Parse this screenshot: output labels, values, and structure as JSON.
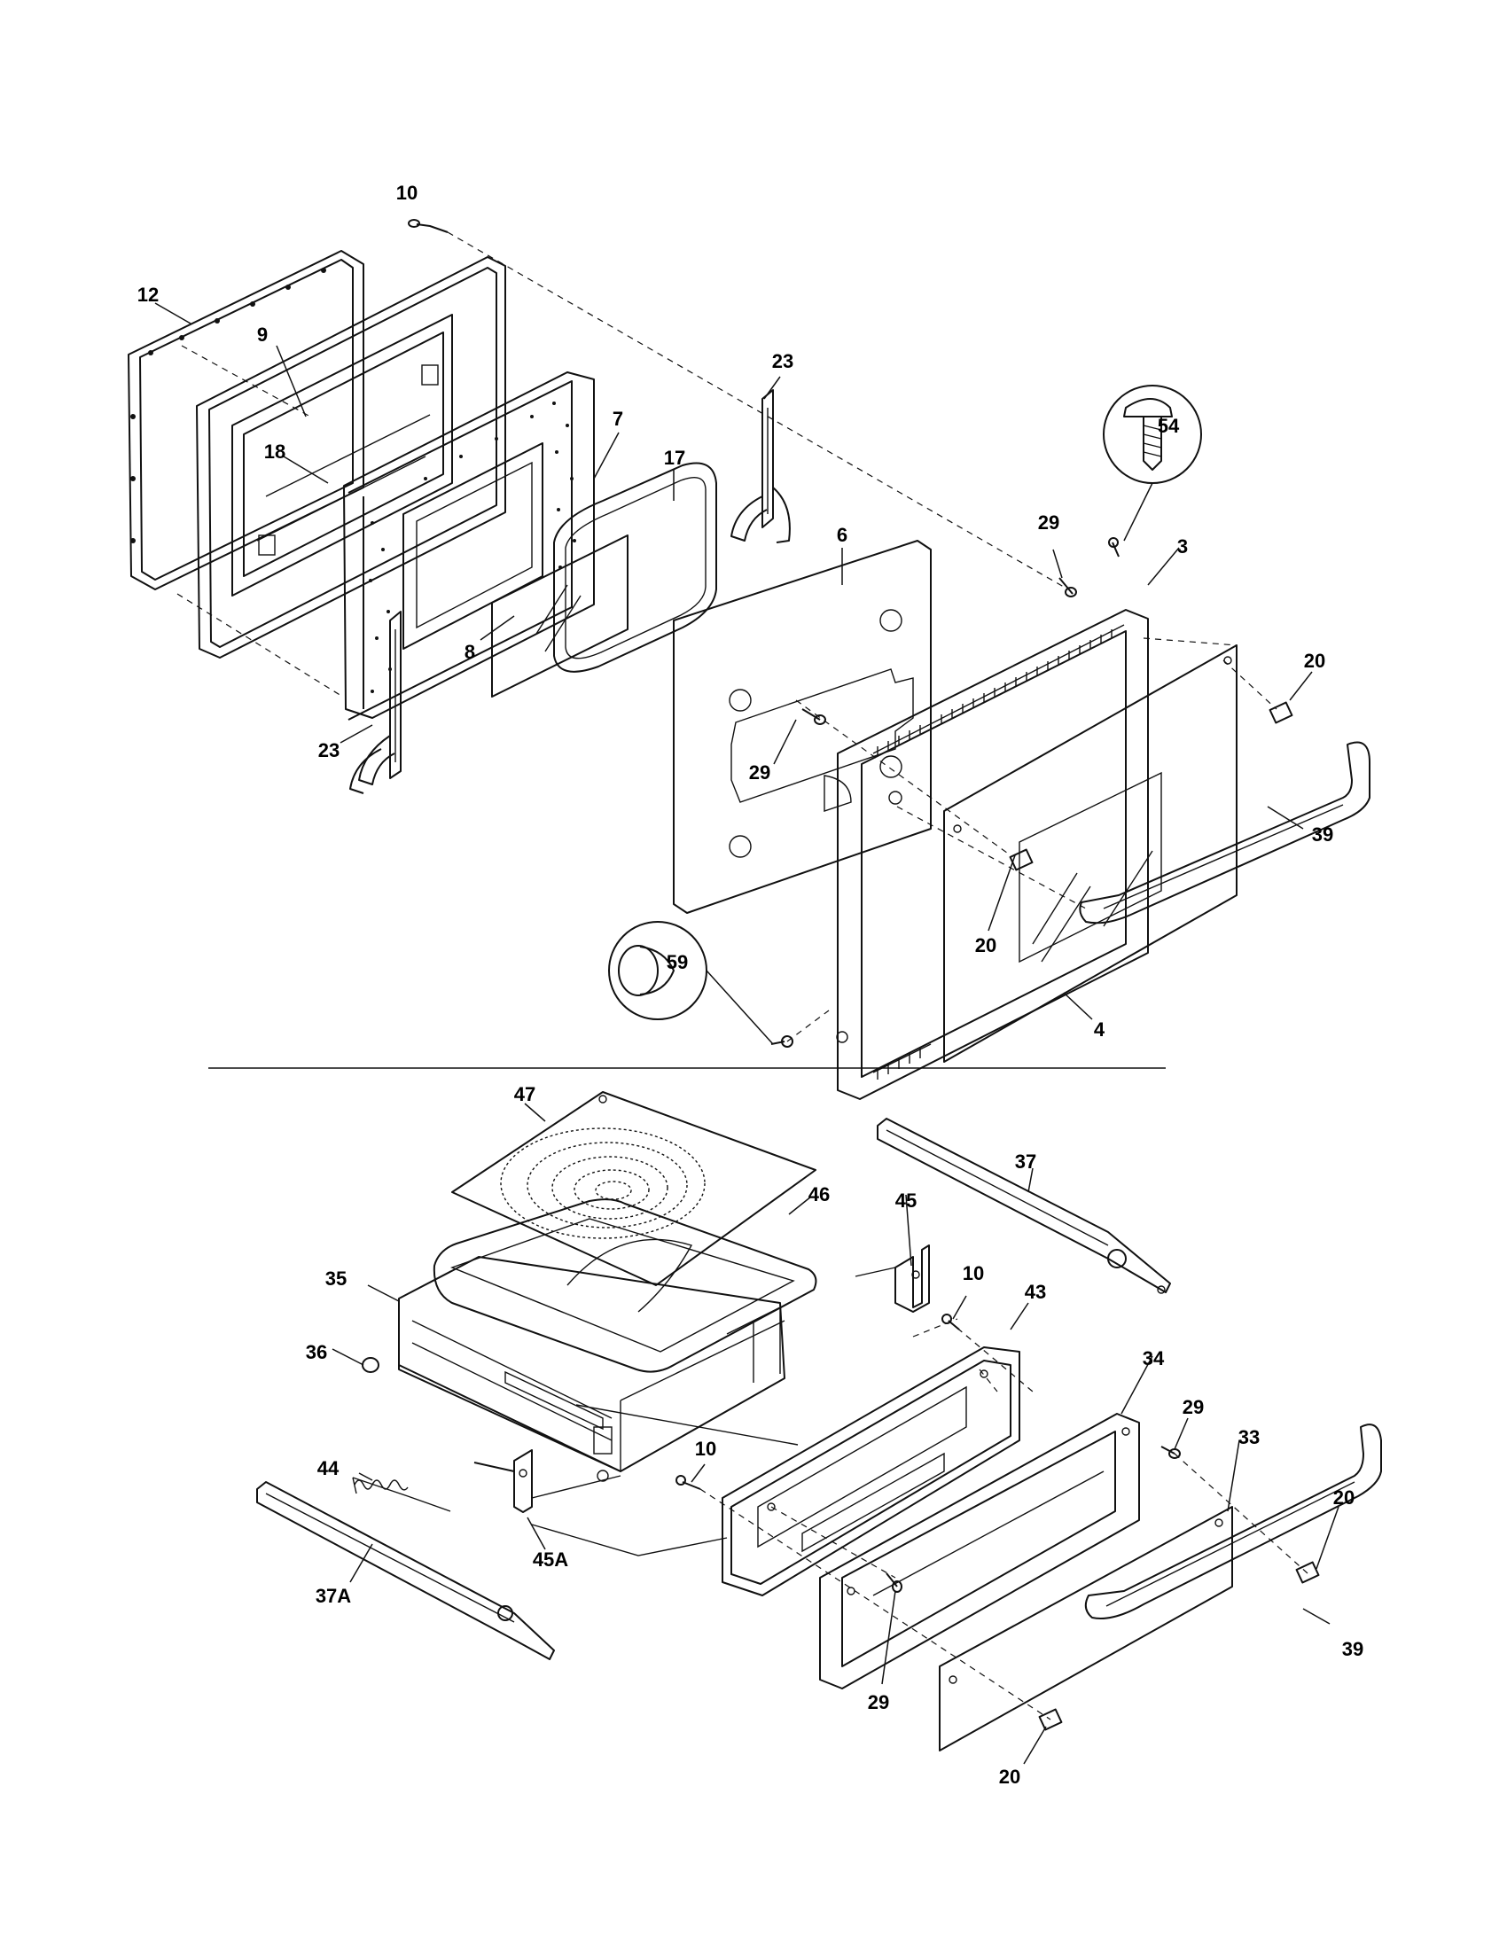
{
  "callouts": [
    {
      "id": "10-top",
      "label": "10"
    },
    {
      "id": "12",
      "label": "12"
    },
    {
      "id": "9",
      "label": "9"
    },
    {
      "id": "18",
      "label": "18"
    },
    {
      "id": "7",
      "label": "7"
    },
    {
      "id": "17",
      "label": "17"
    },
    {
      "id": "8",
      "label": "8"
    },
    {
      "id": "23-left",
      "label": "23"
    },
    {
      "id": "23-right",
      "label": "23"
    },
    {
      "id": "6",
      "label": "6"
    },
    {
      "id": "29-upper-mid",
      "label": "29"
    },
    {
      "id": "29-upper-right",
      "label": "29"
    },
    {
      "id": "54",
      "label": "54"
    },
    {
      "id": "3",
      "label": "3"
    },
    {
      "id": "20-upper-right",
      "label": "20"
    },
    {
      "id": "20-upper-mid",
      "label": "20"
    },
    {
      "id": "39-upper",
      "label": "39"
    },
    {
      "id": "59",
      "label": "59"
    },
    {
      "id": "4",
      "label": "4"
    },
    {
      "id": "47",
      "label": "47"
    },
    {
      "id": "46",
      "label": "46"
    },
    {
      "id": "37",
      "label": "37"
    },
    {
      "id": "45",
      "label": "45"
    },
    {
      "id": "35",
      "label": "35"
    },
    {
      "id": "10-lower-a",
      "label": "10"
    },
    {
      "id": "43",
      "label": "43"
    },
    {
      "id": "36",
      "label": "36"
    },
    {
      "id": "34",
      "label": "34"
    },
    {
      "id": "29-lower-right",
      "label": "29"
    },
    {
      "id": "33",
      "label": "33"
    },
    {
      "id": "10-lower-b",
      "label": "10"
    },
    {
      "id": "44",
      "label": "44"
    },
    {
      "id": "20-lower-right",
      "label": "20"
    },
    {
      "id": "45A",
      "label": "45A"
    },
    {
      "id": "37A",
      "label": "37A"
    },
    {
      "id": "39-lower",
      "label": "39"
    },
    {
      "id": "29-lower",
      "label": "29"
    },
    {
      "id": "20-lower",
      "label": "20"
    }
  ]
}
